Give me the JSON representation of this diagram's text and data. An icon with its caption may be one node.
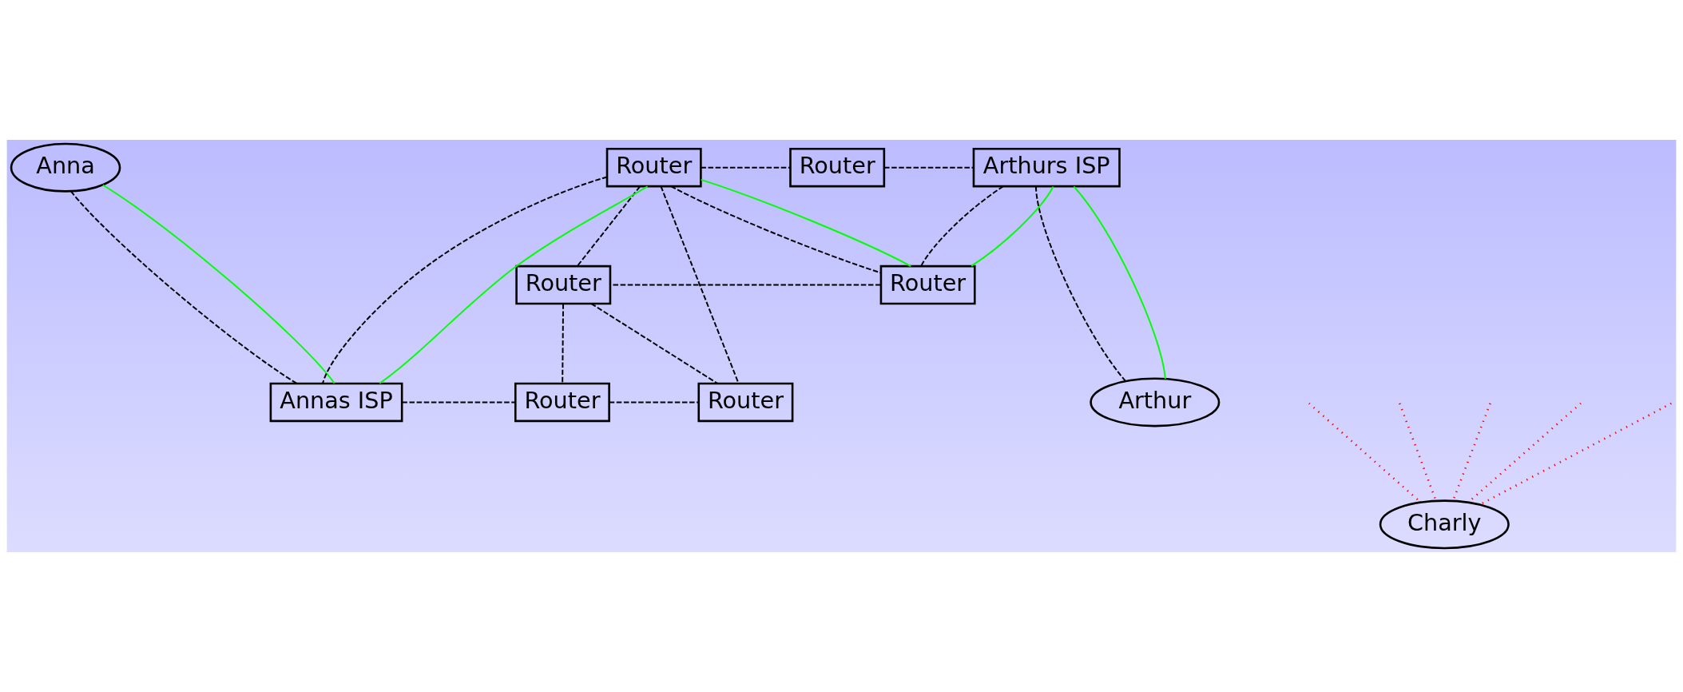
{
  "diagram": {
    "nodes": [
      {
        "text": [
          "Anna"
        ]
      },
      {
        "text": [
          "Router"
        ]
      },
      {
        "text": [
          "Router"
        ]
      },
      {
        "text": [
          "Arthurs ISP"
        ]
      },
      {
        "text": [
          "Router"
        ]
      },
      {
        "text": [
          "Router"
        ]
      },
      {
        "text": [
          "Annas ISP"
        ]
      },
      {
        "text": [
          "Router"
        ]
      },
      {
        "text": [
          "Router"
        ]
      },
      {
        "text": [
          "Arthur"
        ]
      },
      {
        "text": [
          "Charly"
        ]
      }
    ],
    "edges": [
      {
        "from": 0,
        "to": 6,
        "arrow": "none",
        "style": "dashed"
      },
      {
        "from": 1,
        "to": 2,
        "arrow": "none",
        "style": "dashed"
      },
      {
        "from": 2,
        "to": 3,
        "arrow": "none",
        "style": "dashed"
      },
      {
        "from": 1,
        "to": 6,
        "arrow": "none",
        "style": "dashed"
      },
      {
        "from": 1,
        "to": 4,
        "arrow": "none",
        "style": "dashed"
      },
      {
        "from": 1,
        "to": 8,
        "arrow": "none",
        "style": "dashed"
      },
      {
        "from": 1,
        "to": 5,
        "arrow": "none",
        "style": "dashed"
      },
      {
        "from": 3,
        "to": 4,
        "arrow": "none",
        "style": "dashed"
      },
      {
        "from": 3,
        "to": 9,
        "arrow": "none",
        "style": "dashed"
      },
      {
        "from": 4,
        "to": 5,
        "arrow": "none",
        "style": "dashed"
      },
      {
        "from": 5,
        "to": 7,
        "arrow": "none",
        "style": "dashed"
      },
      {
        "from": 5,
        "to": 8,
        "arrow": "none",
        "style": "dashed"
      },
      {
        "from": 6,
        "to": 7,
        "arrow": "none",
        "style": "dashed"
      },
      {
        "from": 7,
        "to": 8,
        "arrow": "none",
        "style": "dashed"
      },
      {
        "from": 0,
        "to": 6,
        "arrow": "none",
        "color": "#00ff00"
      },
      {
        "from": 6,
        "to": 1,
        "arrow": "none",
        "color": "#00ff00"
      },
      {
        "from": 1,
        "to": 4,
        "arrow": "none",
        "color": "#00ff00"
      },
      {
        "from": 4,
        "to": 3,
        "arrow": "none",
        "color": "#00ff00"
      },
      {
        "from": 3,
        "to": 9,
        "arrow": "none",
        "color": "#00ff00"
      },
      {
        "from": 10,
        "to": null,
        "arrow": "none",
        "style": "dashed",
        "color": "#ff0000"
      },
      {
        "from": 10,
        "to": null,
        "arrow": "none",
        "style": "dashed",
        "color": "#ff0000"
      },
      {
        "from": 10,
        "to": null,
        "arrow": "none",
        "style": "dashed",
        "color": "#ff0000"
      },
      {
        "from": 10,
        "to": null,
        "arrow": "none",
        "style": "dashed",
        "color": "#ff0000"
      },
      {
        "from": 10,
        "to": null,
        "arrow": "none",
        "style": "dashed",
        "color": "#ff0000"
      }
    ]
  }
}
